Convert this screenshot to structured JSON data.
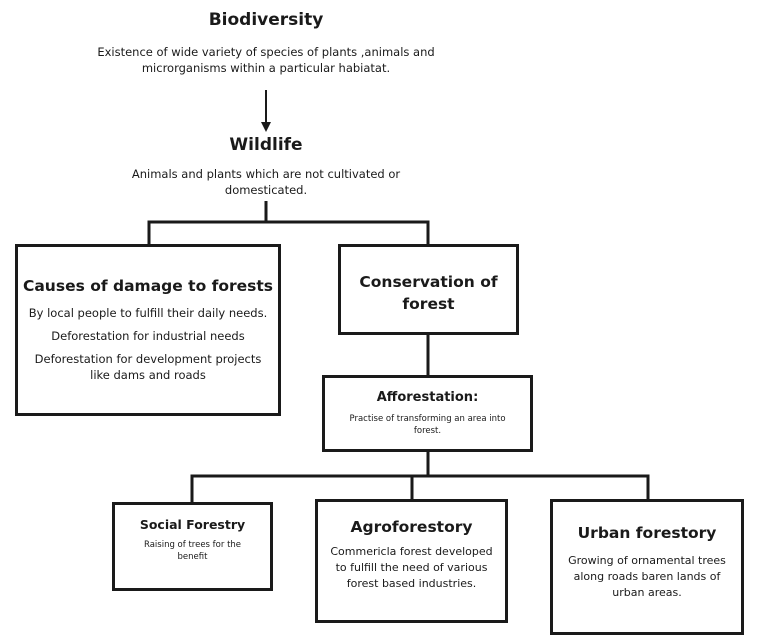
{
  "biodiversity": {
    "title": "Biodiversity",
    "line1": "Existence of wide variety of species of plants ,animals and",
    "line2": "microrganisms within a particular habiatat."
  },
  "wildlife": {
    "title": "Wildlife",
    "line1": "Animals and plants which are not cultivated or",
    "line2": "domesticated."
  },
  "causes": {
    "title": "Causes of damage to forests",
    "point1": "By local people to fulfill their daily needs.",
    "point2": "Deforestation for industrial needs",
    "point3_line1": "Deforestation for development projects",
    "point3_line2": "like dams and roads"
  },
  "conservation": {
    "title_line1": "Conservation of",
    "title_line2": "forest"
  },
  "afforestation": {
    "title": "Afforestation:",
    "line1": "Practise of transforming an area into",
    "line2": "forest."
  },
  "social": {
    "title": "Social Forestry",
    "line1": "Raising of trees for the",
    "line2": "benefit"
  },
  "agro": {
    "title": "Agroforestory",
    "line1": "Commericla forest developed",
    "line2": "to fulfill the need of various",
    "line3": "forest based industries."
  },
  "urban": {
    "title": "Urban forestory",
    "line1": "Growing of ornamental trees",
    "line2": "along roads baren lands of",
    "line3": "urban areas."
  }
}
